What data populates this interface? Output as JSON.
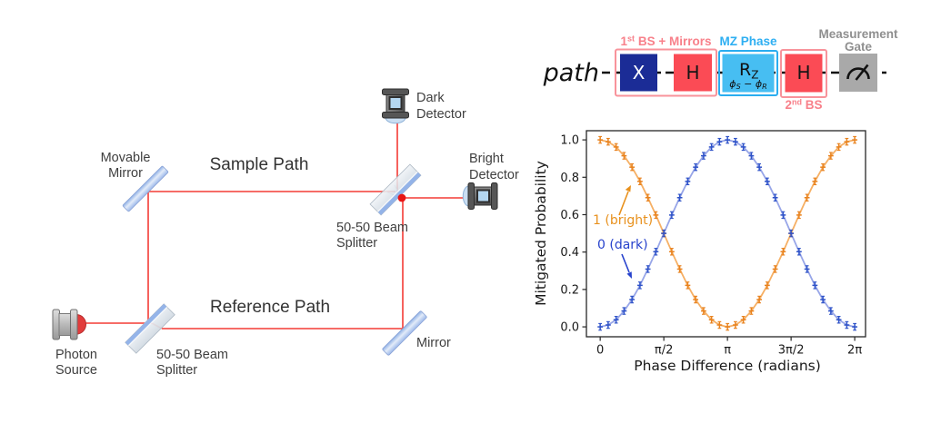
{
  "interferometer": {
    "beam_color": "#f43b35",
    "labels": {
      "movable_mirror": [
        "Movable",
        "Mirror"
      ],
      "sample_path": "Sample Path",
      "reference_path": "Reference Path",
      "dark_detector": [
        "Dark",
        "Detector"
      ],
      "bright_detector": [
        "Bright",
        "Detector"
      ],
      "top_splitter": [
        "50-50 Beam",
        "Splitter"
      ],
      "bottom_splitter": [
        "50-50 Beam",
        "Splitter"
      ],
      "mirror": "Mirror",
      "photon_source": [
        "Photon",
        "Source"
      ]
    }
  },
  "circuit": {
    "wire_label": "path",
    "group_labels": {
      "first_bs": {
        "num": "1",
        "sup": "st",
        "rest": " BS + Mirrors",
        "color": "#f8808a"
      },
      "mz_phase": {
        "text": "MZ Phase",
        "color": "#2eaff2"
      },
      "second_bs": {
        "num": "2",
        "sup": "nd",
        "rest": " BS",
        "color": "#f8808a"
      },
      "measurement": {
        "line1": "Measurement",
        "line2": "Gate",
        "color": "#8f8f8f"
      }
    },
    "gates": {
      "x": {
        "label": "X",
        "fill": "#1b2c96",
        "text_color": "#ffffff"
      },
      "h1": {
        "label": "H",
        "fill": "#fb4b55",
        "text_color": "#151515"
      },
      "rz": {
        "label_main": "R",
        "label_sub": "Z",
        "formula_phi1": "ϕ",
        "formula_sub1": "S",
        "formula_minus": " − ",
        "formula_phi2": "ϕ",
        "formula_sub2": "R",
        "fill": "#47bef2",
        "outline": "#29adf0"
      },
      "h2": {
        "label": "H",
        "fill": "#fb4b55",
        "text_color": "#151515"
      },
      "measure": {
        "fill": "#a9a9a9"
      }
    },
    "outline_red": "#f8939b"
  },
  "chart_data": {
    "type": "line",
    "title": "",
    "xlabel": "Phase Difference (radians)",
    "ylabel": "Mitigated Probability",
    "x_ticks": [
      0,
      1.5708,
      3.1416,
      4.7124,
      6.2832
    ],
    "x_tick_labels": [
      "0",
      "π/2",
      "π",
      "3π/2",
      "2π"
    ],
    "y_ticks": [
      0,
      0.2,
      0.4,
      0.6,
      0.8,
      1.0
    ],
    "y_tick_labels": [
      "0.0",
      "0.2",
      "0.4",
      "0.6",
      "0.8",
      "1.0"
    ],
    "xlim": [
      -0.34,
      6.55
    ],
    "ylim": [
      -0.053,
      1.049
    ],
    "grid": false,
    "x": [
      0,
      0.196,
      0.393,
      0.589,
      0.785,
      0.982,
      1.178,
      1.374,
      1.571,
      1.767,
      1.963,
      2.16,
      2.356,
      2.553,
      2.749,
      2.945,
      3.142,
      3.338,
      3.534,
      3.731,
      3.927,
      4.123,
      4.32,
      4.516,
      4.712,
      4.909,
      5.105,
      5.301,
      5.498,
      5.694,
      5.89,
      6.087,
      6.283
    ],
    "series": [
      {
        "name": "1 (bright)",
        "marker_color": "#e8821e",
        "line_color": "#f6b065",
        "values": [
          1.0,
          0.99,
          0.962,
          0.915,
          0.854,
          0.778,
          0.691,
          0.598,
          0.5,
          0.402,
          0.309,
          0.222,
          0.146,
          0.085,
          0.038,
          0.01,
          0.0,
          0.01,
          0.038,
          0.085,
          0.146,
          0.222,
          0.309,
          0.402,
          0.5,
          0.598,
          0.691,
          0.778,
          0.854,
          0.915,
          0.962,
          0.99,
          1.0
        ]
      },
      {
        "name": "0 (dark)",
        "marker_color": "#2e52c8",
        "line_color": "#98a6e8",
        "values": [
          0.0,
          0.01,
          0.038,
          0.085,
          0.146,
          0.222,
          0.309,
          0.402,
          0.5,
          0.598,
          0.691,
          0.778,
          0.854,
          0.915,
          0.962,
          0.99,
          1.0,
          0.99,
          0.962,
          0.915,
          0.854,
          0.778,
          0.691,
          0.598,
          0.5,
          0.402,
          0.309,
          0.222,
          0.146,
          0.085,
          0.038,
          0.01,
          0.0
        ]
      }
    ],
    "error_bar": 0.012,
    "annotations": [
      {
        "text": "1 (bright)",
        "color": "#e8911e"
      },
      {
        "text": "0 (dark)",
        "color": "#2742cc"
      }
    ]
  }
}
